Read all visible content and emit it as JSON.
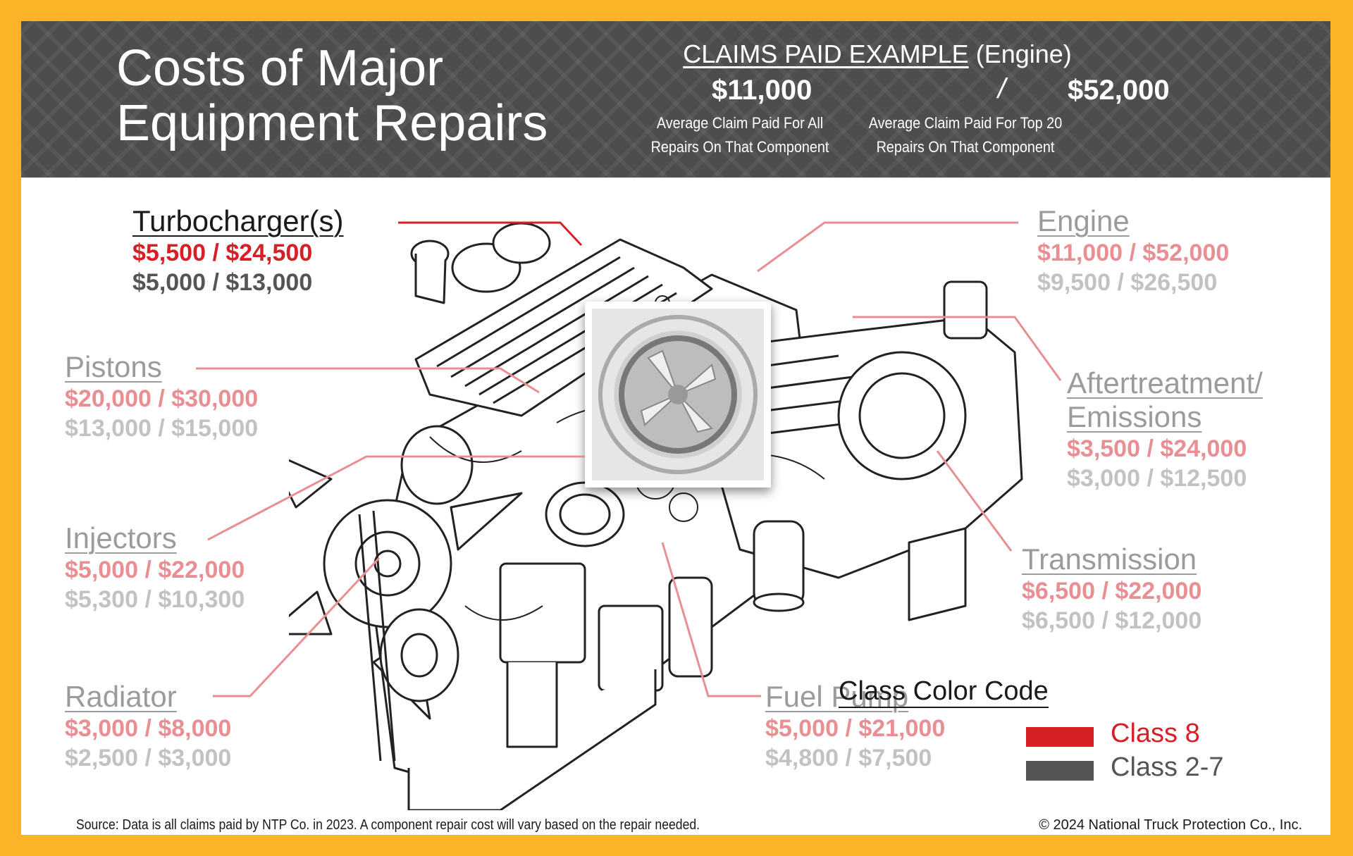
{
  "header": {
    "title_line1": "Costs of Major",
    "title_line2": "Equipment Repairs",
    "claims_title": "CLAIMS PAID EXAMPLE",
    "claims_component": "(Engine)",
    "avg_amount": "$11,000",
    "separator": "/",
    "top20_amount": "$52,000",
    "avg_desc_line1": "Average Claim Paid For All",
    "avg_desc_line2": "Repairs On That Component",
    "top20_desc_line1": "Average Claim Paid For Top 20",
    "top20_desc_line2": "Repairs On That Component"
  },
  "components": {
    "turbo": {
      "name": "Turbocharger(s)",
      "class8": "$5,500 / $24,500",
      "class27": "$5,000 / $13,000"
    },
    "pistons": {
      "name": "Pistons",
      "class8": "$20,000 / $30,000",
      "class27": "$13,000 / $15,000"
    },
    "injectors": {
      "name": "Injectors",
      "class8": "$5,000 / $22,000",
      "class27": "$5,300 / $10,300"
    },
    "radiator": {
      "name": "Radiator",
      "class8": "$3,000 / $8,000",
      "class27": "$2,500 / $3,000"
    },
    "engine": {
      "name": "Engine",
      "class8": "$11,000 / $52,000",
      "class27": "$9,500 / $26,500"
    },
    "aftertreatment": {
      "name_line1": "Aftertreatment/",
      "name_line2": "Emissions",
      "class8": "$3,500 / $24,000",
      "class27": "$3,000 / $12,500"
    },
    "transmission": {
      "name": "Transmission",
      "class8": "$6,500 / $22,000",
      "class27": "$6,500 / $12,000"
    },
    "fuelpump": {
      "name": "Fuel Pump",
      "class8": "$5,000 / $21,000",
      "class27": "$4,800 / $7,500"
    }
  },
  "legend": {
    "title": "Class Color Code",
    "class8": {
      "label": "Class 8",
      "color": "#d71f26"
    },
    "class27": {
      "label": "Class 2-7",
      "color": "#555555"
    }
  },
  "footer": {
    "source": "Source: Data is all claims paid by NTP Co. in 2023.   A component repair cost will vary based on the repair needed.",
    "copyright": "© 2024 National Truck Protection Co., Inc."
  },
  "colors": {
    "frame": "#fbb327",
    "header_bg": "#4d4d4d",
    "class8_red": "#d71f26",
    "class27_gray": "#555555"
  }
}
